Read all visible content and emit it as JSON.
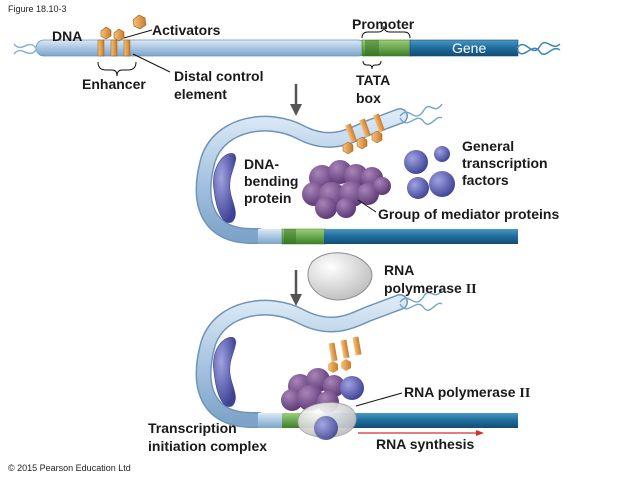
{
  "figure_label": "Figure 18.10-3",
  "copyright": "© 2015 Pearson Education Ltd",
  "labels": {
    "dna": "DNA",
    "activators": "Activators",
    "promoter": "Promoter",
    "gene": "Gene",
    "enhancer": "Enhancer",
    "distal_control_1": "Distal control",
    "distal_control_2": "element",
    "tata_1": "TATA",
    "tata_2": "box",
    "dna_bending_1": "DNA-",
    "dna_bending_2": "bending",
    "dna_bending_3": "protein",
    "general_tf_1": "General",
    "general_tf_2": "transcription",
    "general_tf_3": "factors",
    "mediator": "Group of mediator proteins",
    "rna_pol_1": "RNA",
    "rna_pol_2_text": "polymerase ",
    "rna_pol_2_roman": "II",
    "rna_pol_b_text": "RNA polymerase ",
    "rna_pol_b_roman": "II",
    "tic_1": "Transcription",
    "tic_2": "initiation complex",
    "rna_synthesis": "RNA synthesis"
  },
  "colors": {
    "dna_light": "#b9d3ea",
    "dna_dark": "#1f6e9e",
    "promoter_green": "#5a9f3e",
    "activator_orange": "#e29a4a",
    "mediator_purple": "#6a4f86",
    "tf_purple": "#6c6fb3",
    "bending_purple": "#8a8fc8",
    "polymerase_grey": "#e2e2e2",
    "rna_red": "#d23030"
  }
}
